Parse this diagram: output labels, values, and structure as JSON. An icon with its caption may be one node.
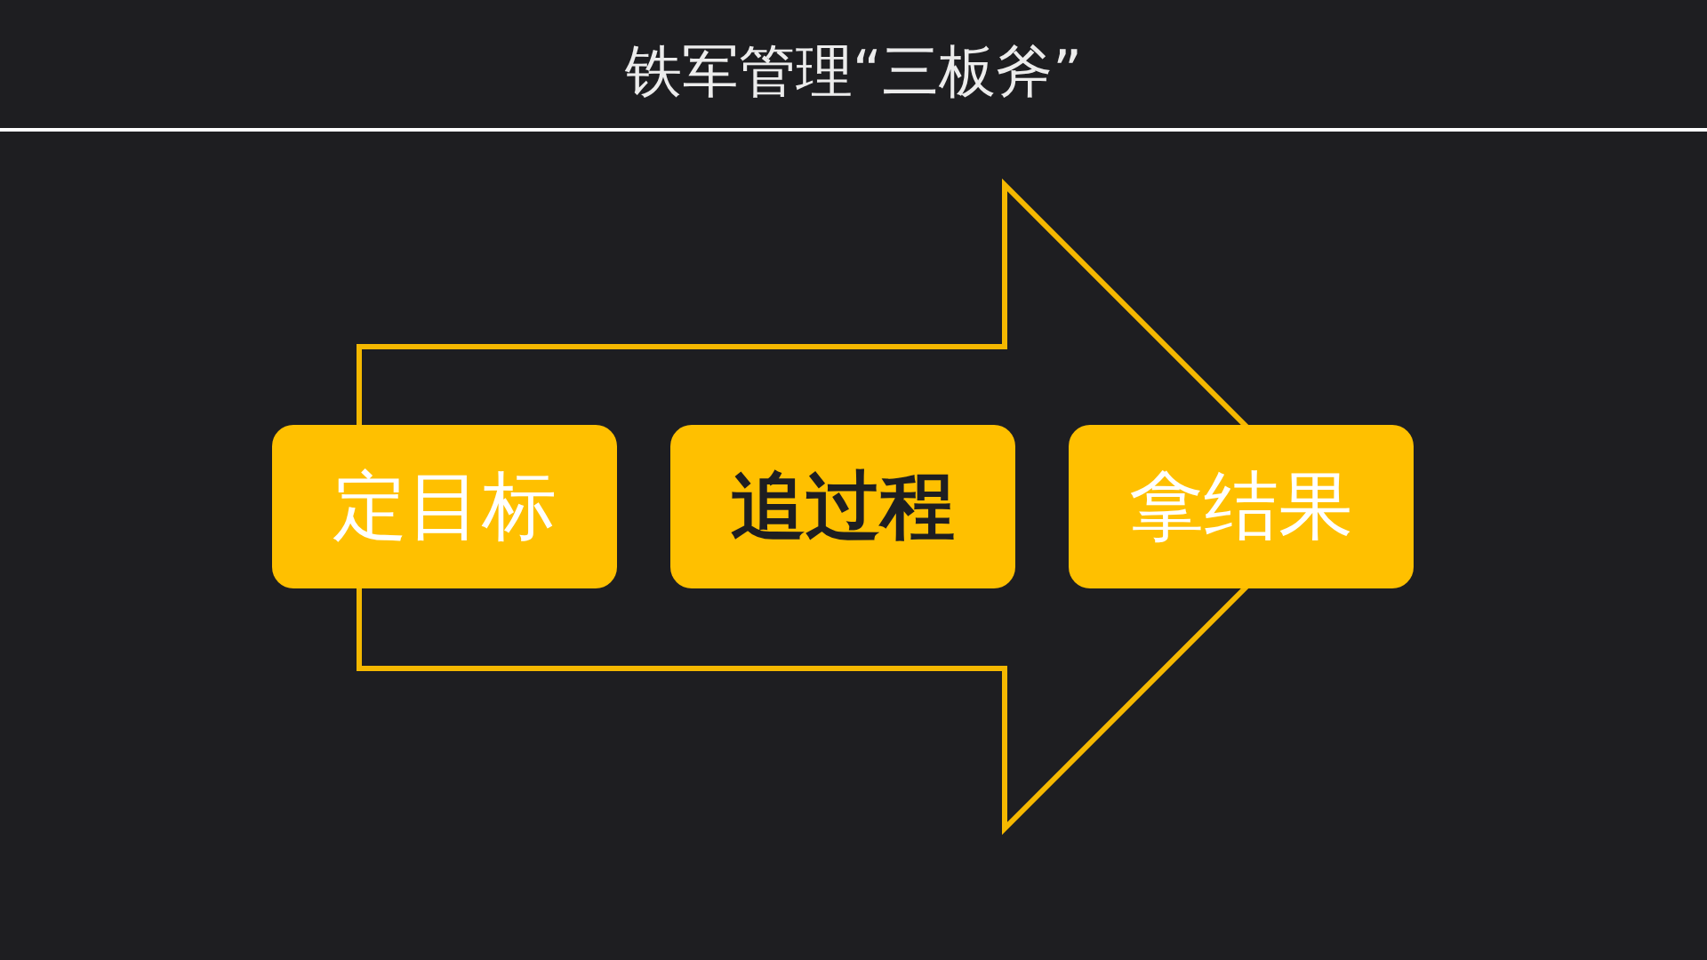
{
  "diagram": {
    "title": "铁军管理“三板斧”",
    "nodes": [
      {
        "text": [
          "定目标"
        ]
      },
      {
        "text": [
          "追过程"
        ]
      },
      {
        "text": [
          "拿结果"
        ]
      }
    ],
    "edges": [
      {
        "from": 0,
        "to": 2,
        "arrow": "to"
      }
    ]
  }
}
